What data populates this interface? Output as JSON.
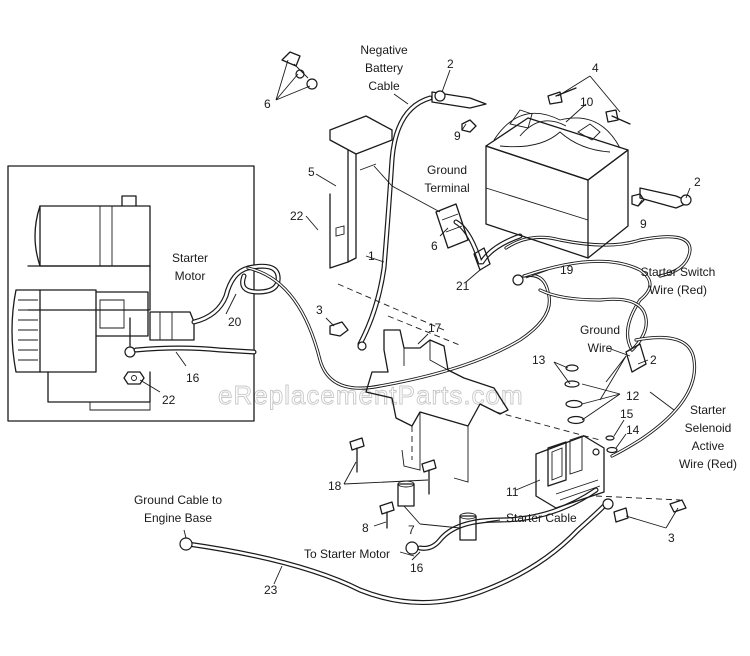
{
  "watermark": "eReplacementParts.com",
  "labels": {
    "negative_battery_cable": [
      "Negative",
      "Battery",
      "Cable"
    ],
    "ground_terminal": [
      "Ground",
      "Terminal"
    ],
    "starter_motor_inset": [
      "Starter",
      "Motor"
    ],
    "starter_switch_wire": [
      "Starter Switch",
      "Wire (Red)"
    ],
    "ground_wire": [
      "Ground",
      "Wire"
    ],
    "starter_selenoid_wire": [
      "Starter",
      "Selenoid",
      "Active",
      "Wire (Red)"
    ],
    "ground_cable_engine_base": [
      "Ground Cable to",
      "Engine Base"
    ],
    "starter_cable": "Starter Cable",
    "to_starter_motor": "To Starter Motor"
  },
  "callouts": {
    "c6": "6",
    "c2a": "2",
    "c4": "4",
    "c10": "10",
    "c9a": "9",
    "c5": "5",
    "c22a": "22",
    "c1": "1",
    "c6b": "6",
    "c2b": "2",
    "c9b": "9",
    "c21": "21",
    "c19": "19",
    "c20": "20",
    "c16a": "16",
    "c22b": "22",
    "c3a": "3",
    "c17": "17",
    "c13": "13",
    "c2c": "2",
    "c12": "12",
    "c15": "15",
    "c14": "14",
    "c18": "18",
    "c11": "11",
    "c8": "8",
    "c7": "7",
    "c3b": "3",
    "c16b": "16",
    "c23": "23"
  }
}
